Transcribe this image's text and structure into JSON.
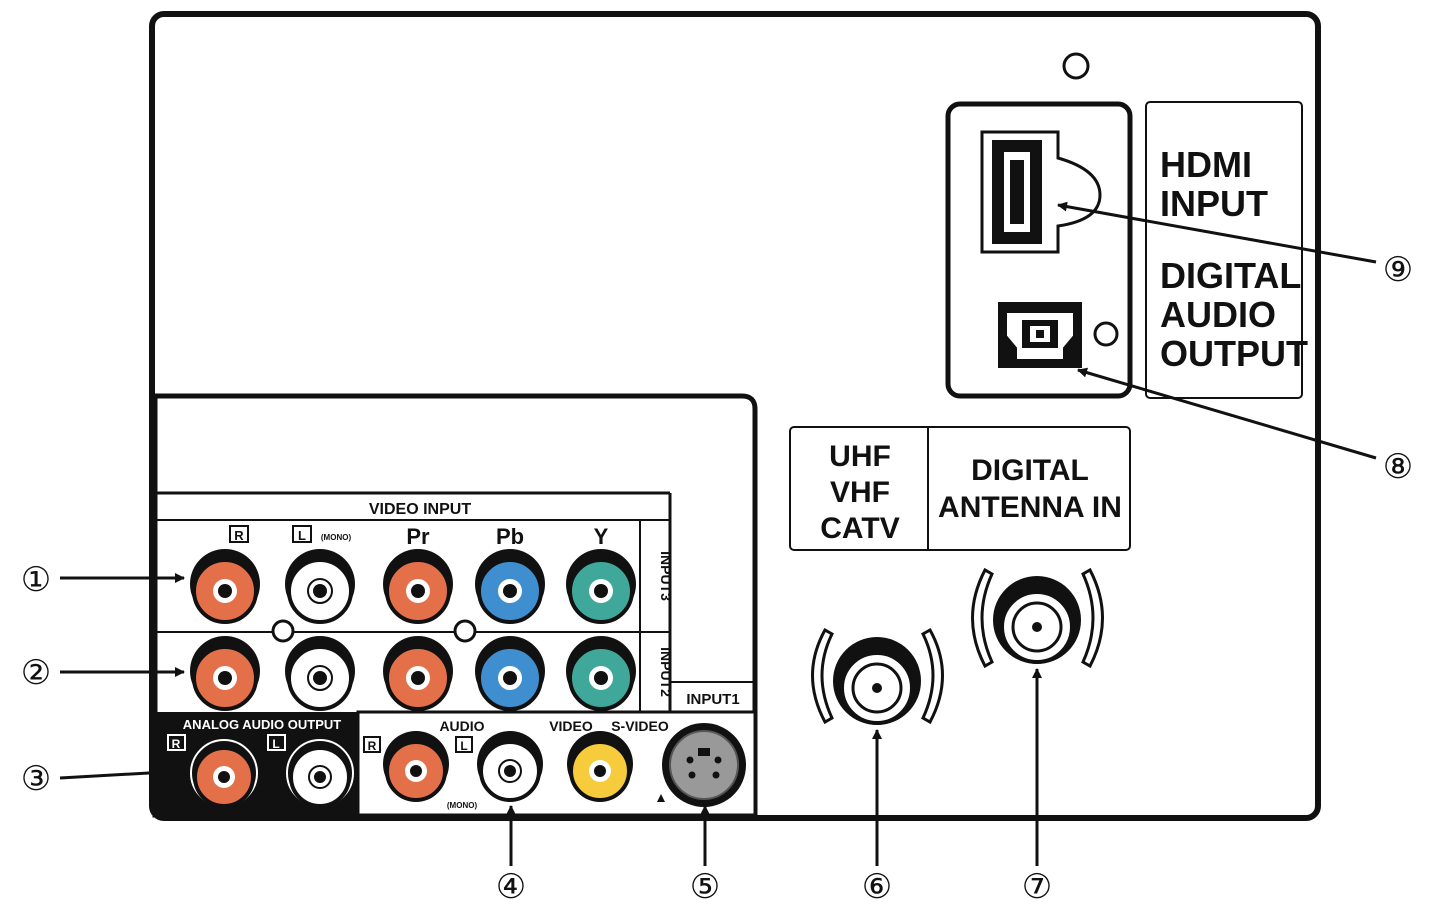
{
  "labels": {
    "video_input": "VIDEO INPUT",
    "col_r": "R",
    "col_l": "L",
    "col_l_mono": "(MONO)",
    "col_pr": "Pr",
    "col_pb": "Pb",
    "col_y": "Y",
    "input3": "INPUT3",
    "input2": "INPUT2",
    "input1": "INPUT1",
    "analog_audio_output": "ANALOG AUDIO OUTPUT",
    "ao_r": "R",
    "ao_l": "L",
    "audio": "AUDIO",
    "in1_r": "R",
    "in1_l": "L",
    "in1_mono": "(MONO)",
    "video": "VIDEO",
    "s_video": "S-VIDEO",
    "uhf": "UHF",
    "vhf": "VHF",
    "catv": "CATV",
    "digital_antenna_1": "DIGITAL",
    "digital_antenna_2": "ANTENNA IN",
    "hdmi_1": "HDMI",
    "hdmi_2": "INPUT",
    "dao_1": "DIGITAL",
    "dao_2": "AUDIO",
    "dao_3": "OUTPUT"
  },
  "callouts": [
    "①",
    "②",
    "③",
    "④",
    "⑤",
    "⑥",
    "⑦",
    "⑧",
    "⑨"
  ],
  "colors": {
    "red_jack": "#e4704a",
    "white_jack": "#ffffff",
    "blue_jack": "#3f8fd0",
    "green_jack": "#3fa89a",
    "yellow_jack": "#f6cc3c",
    "outline": "#111111"
  }
}
